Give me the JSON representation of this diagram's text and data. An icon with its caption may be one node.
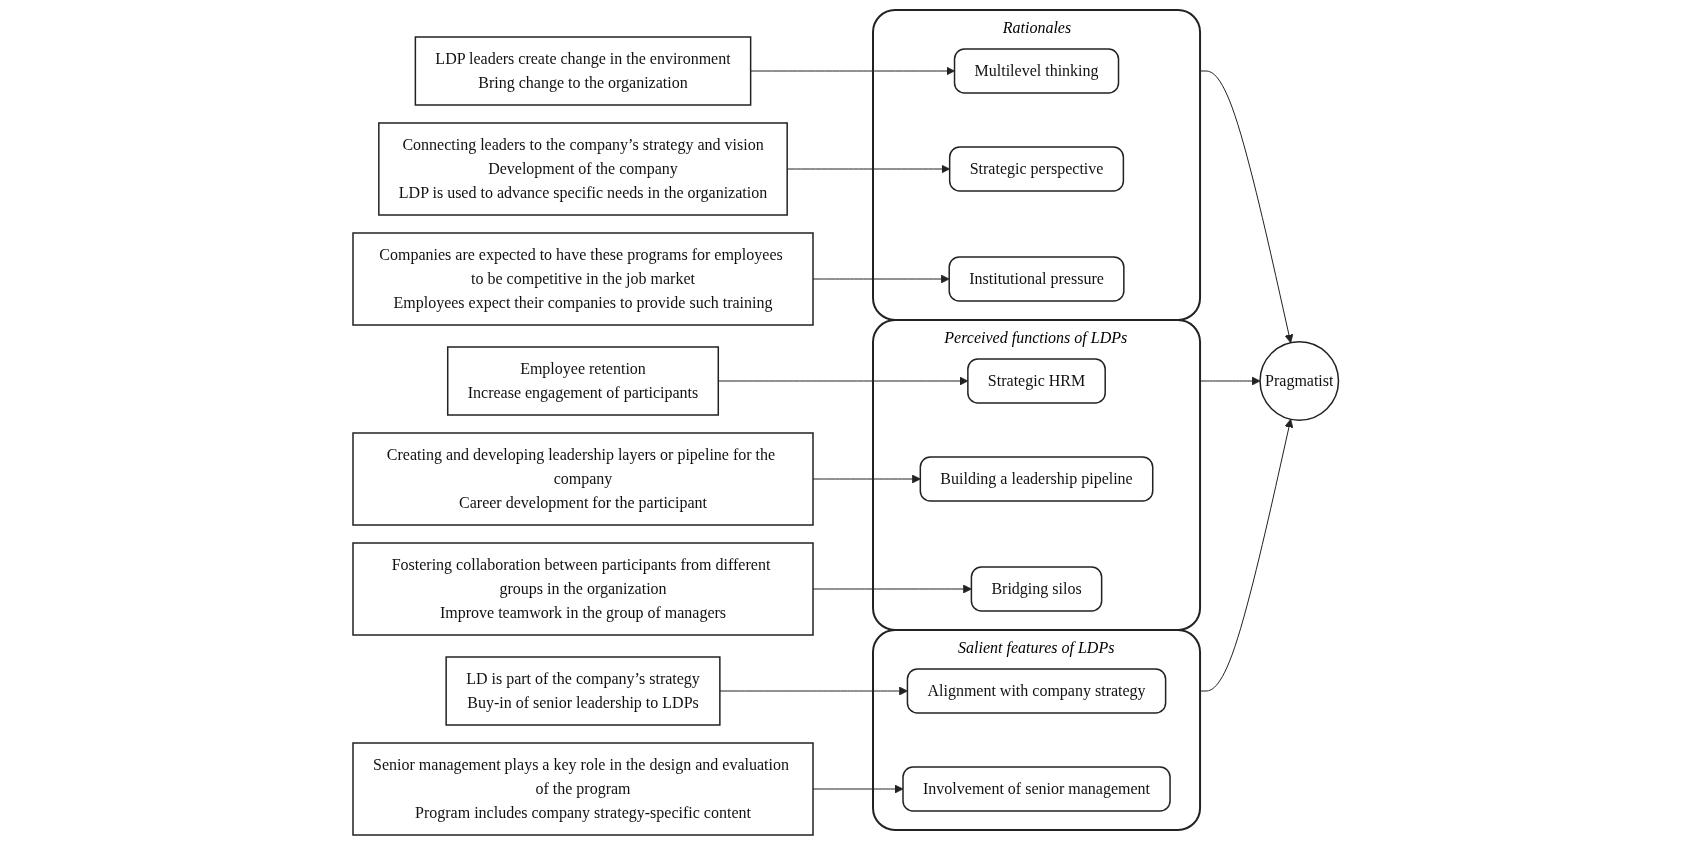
{
  "diagram": {
    "nodes": [
      {
        "text": [
          "Rationales"
        ]
      },
      {
        "text": [
          "Multilevel thinking"
        ],
        "in": 0
      },
      {
        "text": [
          "Strategic perspective"
        ],
        "in": 0
      },
      {
        "text": [
          "Institutional pressure"
        ],
        "in": 0
      },
      {
        "text": [
          "Perceived functions of LDPs"
        ]
      },
      {
        "text": [
          "Strategic HRM"
        ],
        "in": 4
      },
      {
        "text": [
          "Building a leadership pipeline"
        ],
        "in": 4
      },
      {
        "text": [
          "Bridging silos"
        ],
        "in": 4
      },
      {
        "text": [
          "Salient features of LDPs"
        ]
      },
      {
        "text": [
          "Alignment with company strategy"
        ],
        "in": 8
      },
      {
        "text": [
          "Involvement of senior management"
        ],
        "in": 8
      },
      {
        "text": [
          "LDP leaders create change in the environment",
          "Bring change to the organization"
        ]
      },
      {
        "text": [
          "Connecting leaders to the company’s strategy and vision",
          "Development of the company",
          "LDP is used to advance specific needs in the organization"
        ]
      },
      {
        "text": [
          "Companies are expected to have these programs for employees to be competitive in the job market",
          "Employees expect their companies to provide such training"
        ]
      },
      {
        "text": [
          "Employee retention",
          "Increase engagement of participants"
        ]
      },
      {
        "text": [
          "Creating and developing leadership layers or pipeline for the company",
          "Career development for the participant"
        ]
      },
      {
        "text": [
          "Fostering collaboration between participants from different groups in the organization",
          "Improve teamwork in the group of managers"
        ]
      },
      {
        "text": [
          "LD is part of the company’s strategy",
          "Buy-in of senior leadership to LDPs"
        ]
      },
      {
        "text": [
          "Senior management plays a key role in the design and evaluation of the program",
          "Program includes company strategy-specific content"
        ]
      },
      {
        "text": [
          "Pragmatist"
        ]
      }
    ],
    "edges": [
      {
        "from": 11,
        "to": 1,
        "arrow": "to"
      },
      {
        "from": 12,
        "to": 2,
        "arrow": "to"
      },
      {
        "from": 13,
        "to": 3,
        "arrow": "to"
      },
      {
        "from": 14,
        "to": 5,
        "arrow": "to"
      },
      {
        "from": 15,
        "to": 6,
        "arrow": "to"
      },
      {
        "from": 16,
        "to": 7,
        "arrow": "to"
      },
      {
        "from": 17,
        "to": 9,
        "arrow": "to"
      },
      {
        "from": 18,
        "to": 10,
        "arrow": "to"
      },
      {
        "from": 0,
        "to": 19,
        "arrow": "to"
      },
      {
        "from": 4,
        "to": 19,
        "arrow": "to"
      },
      {
        "from": 8,
        "to": 19,
        "arrow": "to"
      }
    ]
  }
}
